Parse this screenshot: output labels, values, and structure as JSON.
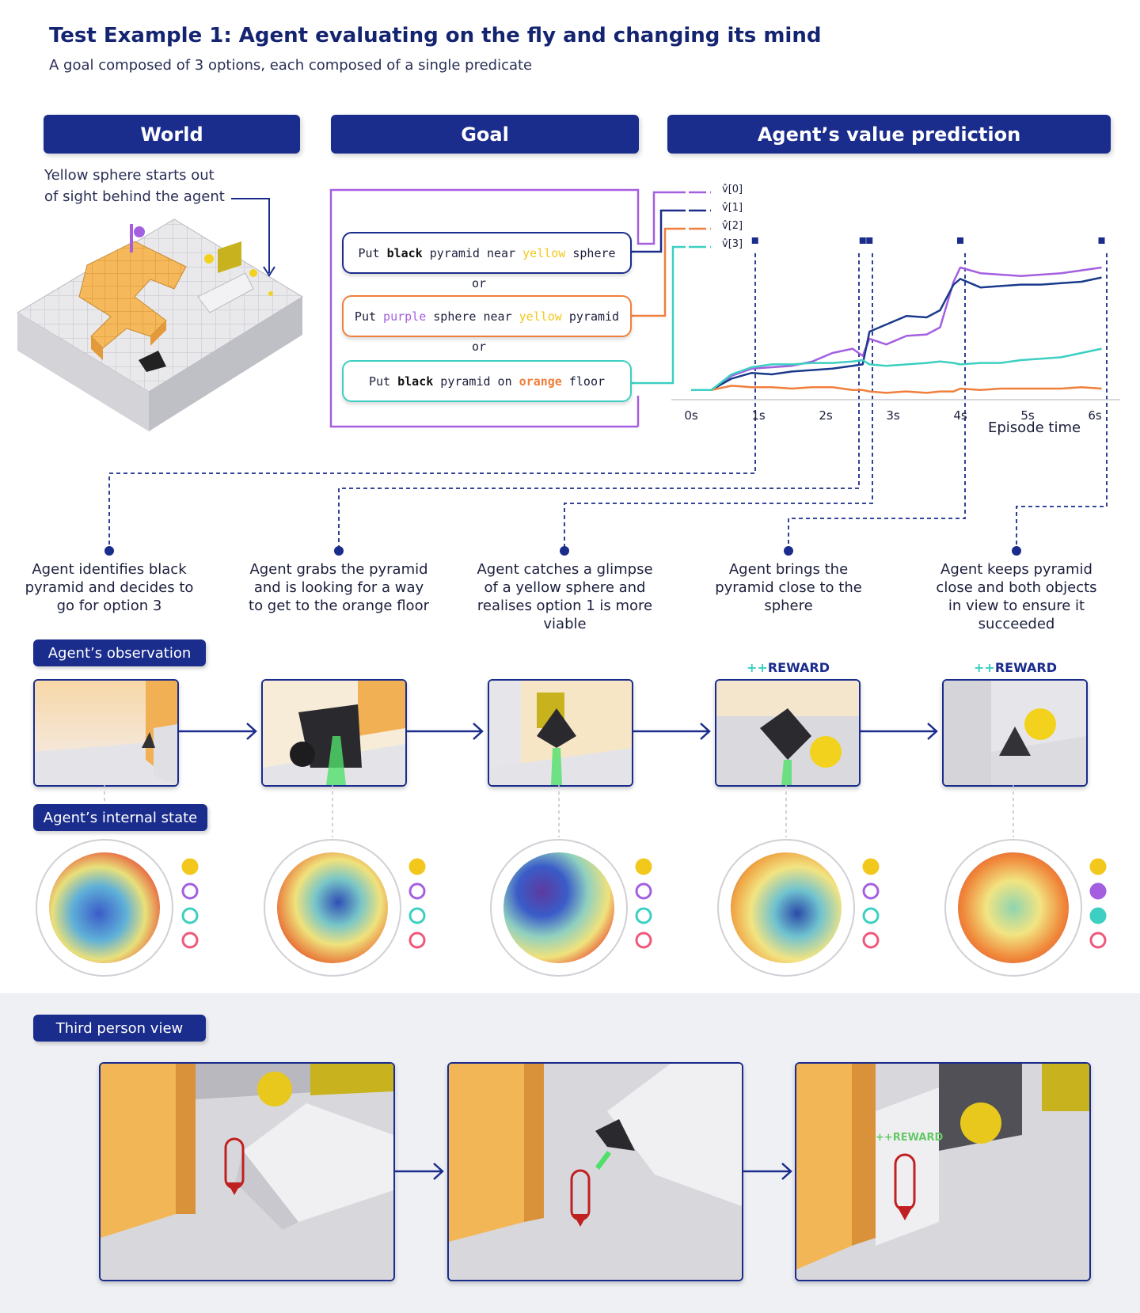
{
  "title": "Test Example 1: Agent evaluating on the fly and changing its mind",
  "subtitle": "A goal composed of 3 options, each composed of a single predicate",
  "headers": {
    "world": "World",
    "goal": "Goal",
    "value": "Agent’s value prediction"
  },
  "world_note_line1": "Yellow sphere starts out",
  "world_note_line2": "of sight behind the agent",
  "goal": {
    "options": [
      {
        "prefix": "Put ",
        "obj": "black",
        "mid": " pyramid near ",
        "target": "yellow",
        "suffix": " sphere",
        "obj_color": "#111111",
        "target_color": "#f2c81c",
        "border": "#1a2c8c"
      },
      {
        "prefix": "Put ",
        "obj": "purple",
        "mid": " sphere near ",
        "target": "yellow",
        "suffix": " pyramid",
        "obj_color": "#a45fe0",
        "target_color": "#f2c81c",
        "border": "#f07f3c"
      },
      {
        "prefix": "Put ",
        "obj": "black",
        "mid": " pyramid on ",
        "target": "orange",
        "suffix": " floor",
        "obj_color": "#111111",
        "target_color": "#f07f3c",
        "border": "#3ccfc2"
      }
    ],
    "or_label": "or"
  },
  "legend": [
    {
      "label": "v̂[0]",
      "color": "#a45fe0"
    },
    {
      "label": "v̂[1]",
      "color": "#1a3a8c"
    },
    {
      "label": "v̂[2]",
      "color": "#f07f3c"
    },
    {
      "label": "v̂[3]",
      "color": "#3ccfc2"
    }
  ],
  "chart_data": {
    "type": "line",
    "title": "",
    "xlabel": "Episode time",
    "ylabel": "",
    "x_ticks": [
      "0s",
      "1s",
      "2s",
      "3s",
      "4s",
      "5s",
      "6s"
    ],
    "xlim": [
      0,
      6.2
    ],
    "ylim": [
      0,
      1
    ],
    "x": [
      0.0,
      0.3,
      0.6,
      0.9,
      1.2,
      1.5,
      1.8,
      2.1,
      2.4,
      2.55,
      2.65,
      2.9,
      3.2,
      3.5,
      3.7,
      3.9,
      4.0,
      4.3,
      4.6,
      4.9,
      5.2,
      5.5,
      5.8,
      6.1
    ],
    "series": [
      {
        "name": "v̂[0]",
        "color": "#a45fe0",
        "values": [
          0.04,
          0.04,
          0.14,
          0.19,
          0.2,
          0.21,
          0.24,
          0.3,
          0.33,
          0.28,
          0.4,
          0.36,
          0.42,
          0.43,
          0.48,
          0.8,
          0.9,
          0.86,
          0.85,
          0.84,
          0.85,
          0.86,
          0.88,
          0.9
        ]
      },
      {
        "name": "v̂[1]",
        "color": "#1a3a8c",
        "values": [
          0.04,
          0.04,
          0.12,
          0.16,
          0.15,
          0.17,
          0.18,
          0.19,
          0.21,
          0.22,
          0.45,
          0.5,
          0.56,
          0.55,
          0.6,
          0.78,
          0.82,
          0.76,
          0.77,
          0.78,
          0.78,
          0.79,
          0.8,
          0.83
        ]
      },
      {
        "name": "v̂[2]",
        "color": "#f07f3c",
        "values": [
          0.04,
          0.04,
          0.07,
          0.06,
          0.06,
          0.05,
          0.06,
          0.06,
          0.04,
          0.04,
          0.03,
          0.02,
          0.03,
          0.02,
          0.03,
          0.03,
          0.05,
          0.04,
          0.05,
          0.05,
          0.05,
          0.05,
          0.06,
          0.05
        ]
      },
      {
        "name": "v̂[3]",
        "color": "#3ccfc2",
        "values": [
          0.04,
          0.04,
          0.15,
          0.2,
          0.22,
          0.22,
          0.23,
          0.23,
          0.24,
          0.25,
          0.22,
          0.21,
          0.22,
          0.23,
          0.24,
          0.23,
          0.22,
          0.23,
          0.23,
          0.25,
          0.26,
          0.27,
          0.3,
          0.33
        ]
      }
    ],
    "markers_x": [
      0.95,
      2.55,
      2.65,
      4.0,
      6.1
    ]
  },
  "captions": [
    "Agent identifies black pyramid and decides to go for option 3",
    "Agent grabs the pyramid and is looking for a way to get to the orange floor",
    "Agent catches a glimpse of a yellow sphere and realises option 1 is more viable",
    "Agent brings the pyramid close to the sphere",
    "Agent keeps pyramid close and both objects in view to ensure it succeeded"
  ],
  "labels": {
    "observation": "Agent’s observation",
    "internal_state": "Agent’s internal state",
    "third_person": "Third person view",
    "reward": "++REWARD",
    "reward_plus": "++",
    "reward_word": "REWARD",
    "scene_reward": "++REWARD"
  },
  "reward_flags": [
    false,
    false,
    false,
    true,
    true
  ],
  "state_dots": [
    {
      "filled": [
        true,
        false,
        false,
        false
      ]
    },
    {
      "filled": [
        true,
        false,
        false,
        false
      ]
    },
    {
      "filled": [
        true,
        false,
        false,
        false
      ]
    },
    {
      "filled": [
        true,
        false,
        false,
        false
      ]
    },
    {
      "filled": [
        true,
        true,
        true,
        false
      ]
    }
  ],
  "dot_colors": [
    "#f2c81c",
    "#a45fe0",
    "#3ccfc2",
    "#f0587a"
  ]
}
